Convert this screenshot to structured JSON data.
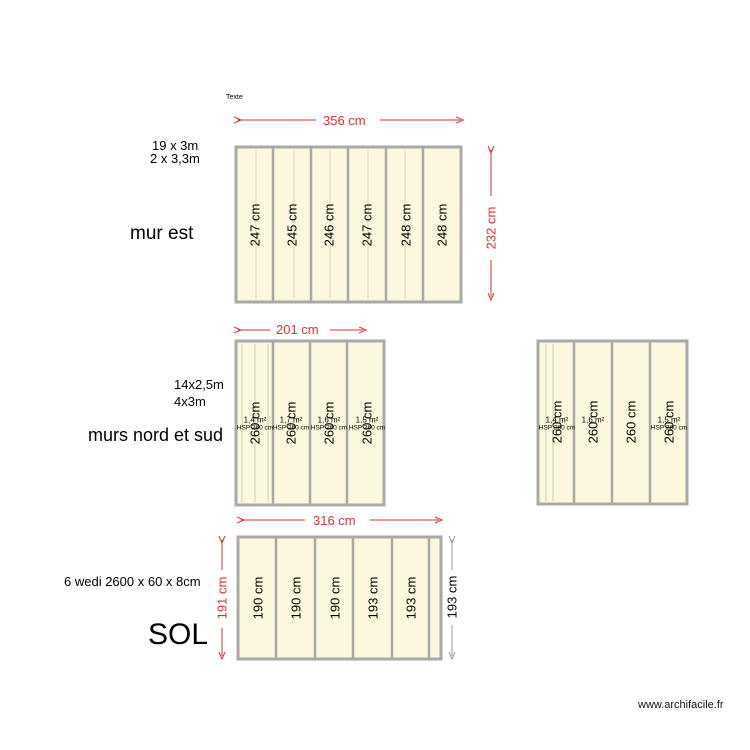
{
  "labels": {
    "texte": "Texte",
    "note_est_1": "19 x 3m",
    "note_est_2": "2 x 3,3m",
    "mur_est": "mur est",
    "note_ns_1": "14x2,5m",
    "note_ns_2": "4x3m",
    "murs_nord_sud": "murs nord et sud",
    "note_sol": "6 wedi 2600 x 60 x 8cm",
    "sol": "SOL",
    "watermark": "www.archifacile.fr"
  },
  "dimensions": {
    "est_width": "356 cm",
    "est_height": "232 cm",
    "ns_width": "201 cm",
    "sol_width": "316 cm",
    "sol_height_left": "191 cm",
    "sol_height_right": "193 cm"
  },
  "panels": {
    "est": [
      "247 cm",
      "245 cm",
      "246 cm",
      "247 cm",
      "248 cm",
      "248 cm"
    ],
    "ns_left": [
      "260 cm",
      "260 cm",
      "260 cm",
      "260 cm"
    ],
    "ns_left_area": [
      "1,4 m²",
      "1,7 m²",
      "1,6 m²",
      "1,5 m²"
    ],
    "ns_left_hsp": [
      "HSP 260 cm",
      "HSP 260 cm",
      "HSP 260 cm",
      "HSP 260 cm"
    ],
    "ns_right": [
      "260 cm",
      "260 cm",
      "260 cm",
      "260 cm"
    ],
    "ns_right_area": [
      "1,4 m²",
      "1,6 m²",
      "",
      "1,5 m²"
    ],
    "ns_right_hsp": [
      "HSP 260 cm",
      "",
      "",
      "HSP 260 cm"
    ],
    "sol": [
      "190 cm",
      "190 cm",
      "190 cm",
      "193 cm",
      "193 cm"
    ]
  },
  "colors": {
    "panel_fill": "#fbf8dd",
    "panel_border": "#a9a9a9",
    "dimension_red": "#e03030",
    "dimension_gray": "#9a9a9a"
  }
}
